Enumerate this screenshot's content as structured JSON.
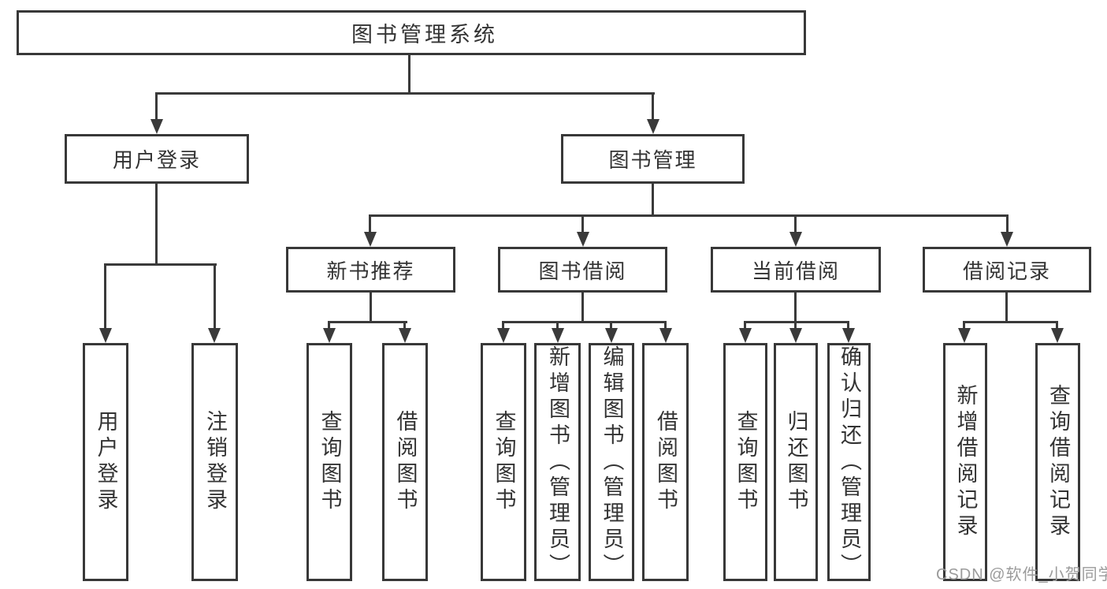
{
  "nodes": {
    "root": "图书管理系统",
    "user_login": "用户登录",
    "book_mgmt": "图书管理",
    "new_book_rec": "新书推荐",
    "book_borrow": "图书借阅",
    "current_borrow": "当前借阅",
    "borrow_records": "借阅记录",
    "leaf_user_login": "用户登录",
    "leaf_logout": "注销登录",
    "leaf_nb_query": "查询图书",
    "leaf_nb_borrow": "借阅图书",
    "leaf_bb_query": "查询图书",
    "leaf_bb_add": "新增图书（管理员）",
    "leaf_bb_edit": "编辑图书（管理员）",
    "leaf_bb_borrow": "借阅图书",
    "leaf_cb_query": "查询图书",
    "leaf_cb_return": "归还图书",
    "leaf_cb_confirm": "确认归还（管理员）",
    "leaf_br_add": "新增借阅记录",
    "leaf_br_query": "查询借阅记录"
  },
  "watermark": "CSDN @软件_小贺同学",
  "colors": {
    "line": "#3a3a3a",
    "text": "#333333",
    "background": "#ffffff",
    "watermark": "#9b9b9b"
  }
}
